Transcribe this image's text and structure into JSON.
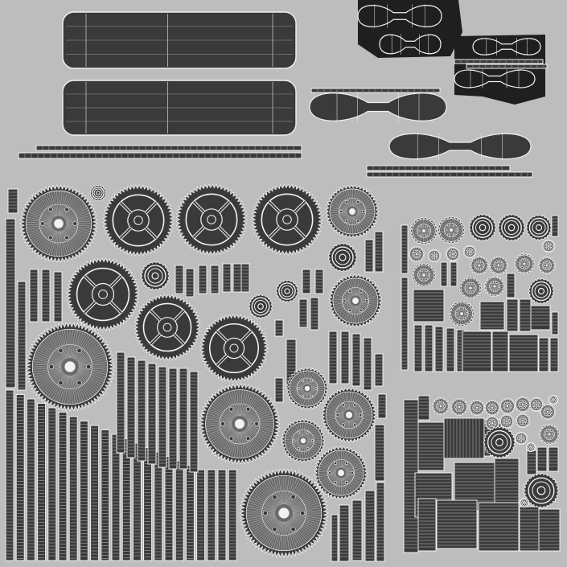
{
  "uv_sheet": {
    "background": "#bdbdbd",
    "island_fill": "#3a3a3a",
    "island_fill_dark": "#1f1f1f",
    "wire": "#f2f2f2",
    "sections": [
      "top-left-planks",
      "top-right-propeller-blades",
      "central-gear-field",
      "right-upper-gear-cluster",
      "right-lower-gear-cluster"
    ],
    "text_labels": []
  }
}
